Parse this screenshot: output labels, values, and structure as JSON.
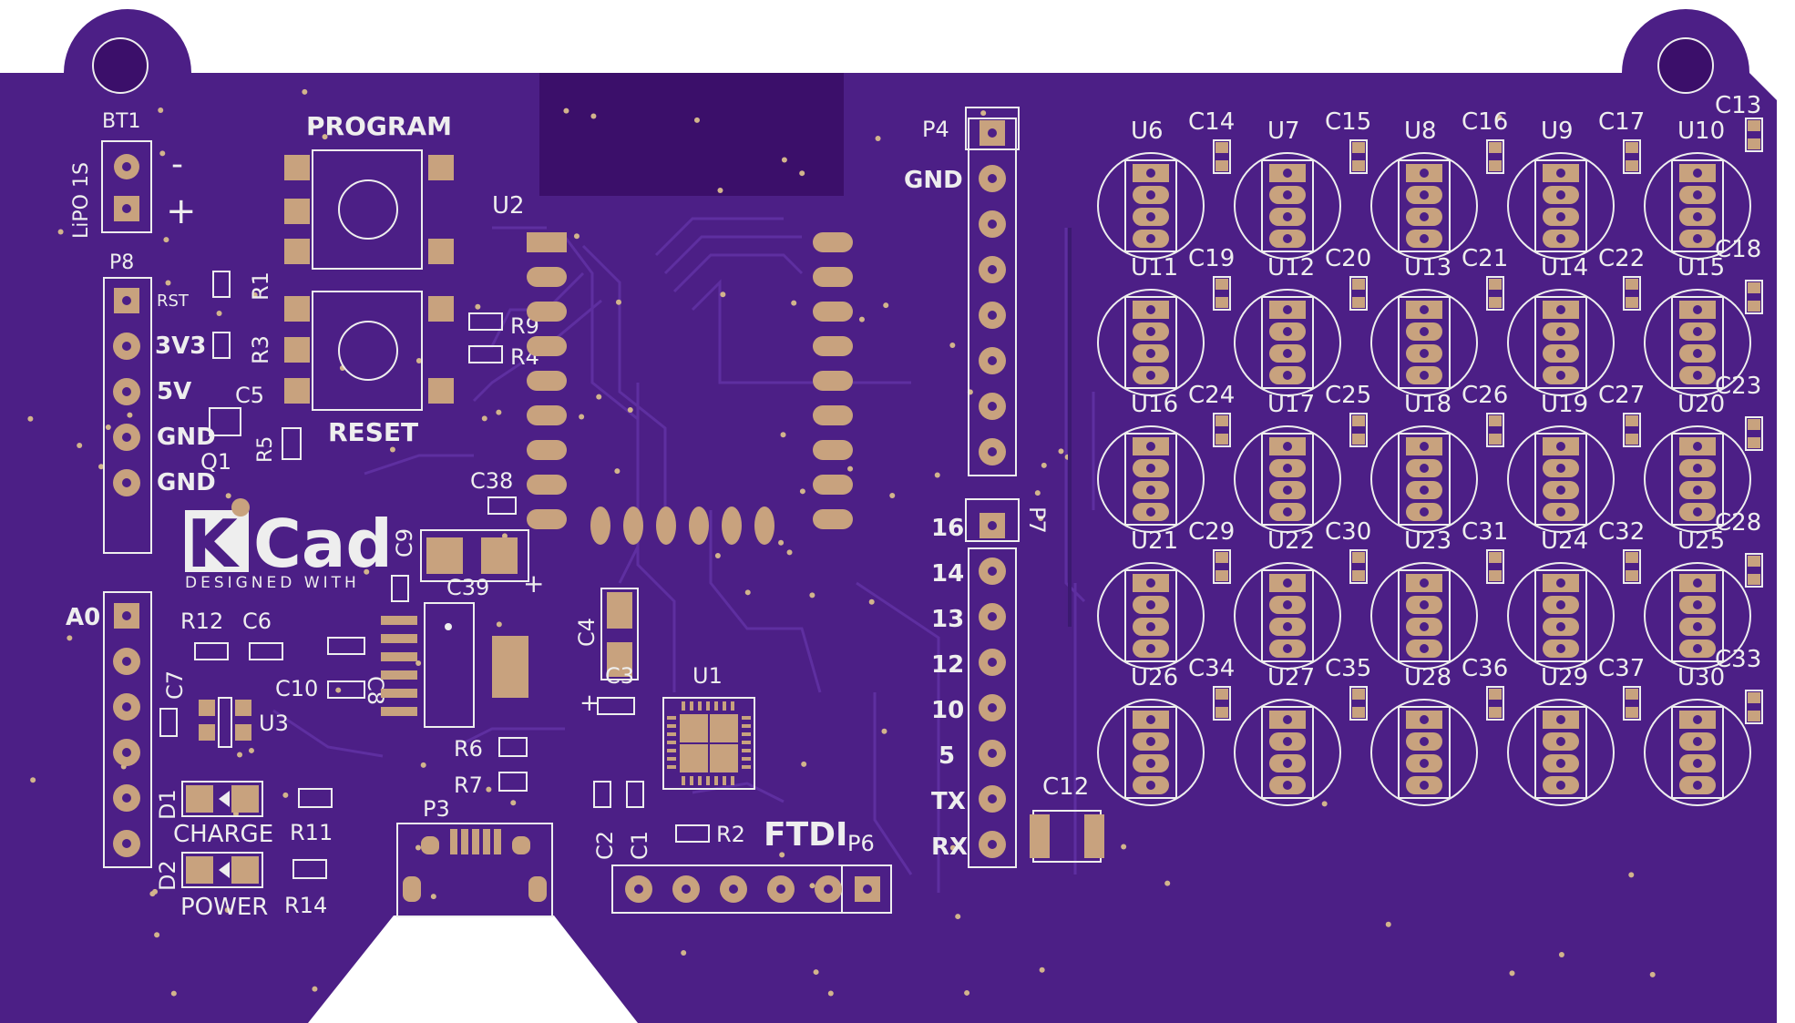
{
  "colors": {
    "board": "#4c1f86",
    "board_dark": "#3b0f6a",
    "silk": "#eeeeee",
    "pad": "#c8a27e",
    "trace": "#5b2d9a",
    "via": "#d2b48c",
    "background": "#ffffff"
  },
  "silkscreen": {
    "bt1": "BT1",
    "lipo": "LiPO 1S",
    "minus": "-",
    "plus": "+",
    "p8": "P8",
    "pins_p8": [
      "RST",
      "3V3",
      "5V",
      "GND",
      "GND"
    ],
    "program": "PROGRAM",
    "reset": "RESET",
    "r1": "R1",
    "r3": "R3",
    "r9": "R9",
    "r4": "R4",
    "c5": "C5",
    "q1": "Q1",
    "r5": "R5",
    "u2": "U2",
    "c38": "C38",
    "c9": "C9",
    "c39": "C39",
    "c39_plus": "+",
    "kicad_logo": "KiCad",
    "kicad_tagline": "DESIGNED WITH",
    "a0": "A0",
    "r12": "R12",
    "c6": "C6",
    "c7": "C7",
    "c10": "C10",
    "c8": "C8",
    "u3": "U3",
    "d1": "D1",
    "d2": "D2",
    "charge": "CHARGE",
    "power": "POWER",
    "r11": "R11",
    "r14": "R14",
    "p3": "P3",
    "r6": "R6",
    "r7": "R7",
    "c4": "C4",
    "c3": "C3",
    "c3_plus": "+",
    "u1": "U1",
    "c2": "C2",
    "c1": "C1",
    "r2": "R2",
    "ftdi": "FTDI",
    "p6": "P6",
    "p4": "P4",
    "gnd_p4": "GND",
    "p7": "P7",
    "pins_p7": [
      "16",
      "14",
      "13",
      "12",
      "10",
      "5",
      "TX",
      "RX"
    ],
    "c12": "C12"
  },
  "led_grid": {
    "leds": [
      "U6",
      "U7",
      "U8",
      "U9",
      "U10",
      "U11",
      "U12",
      "U13",
      "U14",
      "U15",
      "U16",
      "U17",
      "U18",
      "U19",
      "U20",
      "U21",
      "U22",
      "U23",
      "U24",
      "U25",
      "U26",
      "U27",
      "U28",
      "U29",
      "U30"
    ],
    "caps_between": [
      "C14",
      "C15",
      "C16",
      "C17",
      "C19",
      "C20",
      "C21",
      "C22",
      "C24",
      "C25",
      "C26",
      "C27",
      "C29",
      "C30",
      "C31",
      "C32",
      "C34",
      "C35",
      "C36",
      "C37"
    ],
    "caps_right": [
      "C13",
      "C18",
      "C23",
      "C28",
      "C33"
    ]
  }
}
